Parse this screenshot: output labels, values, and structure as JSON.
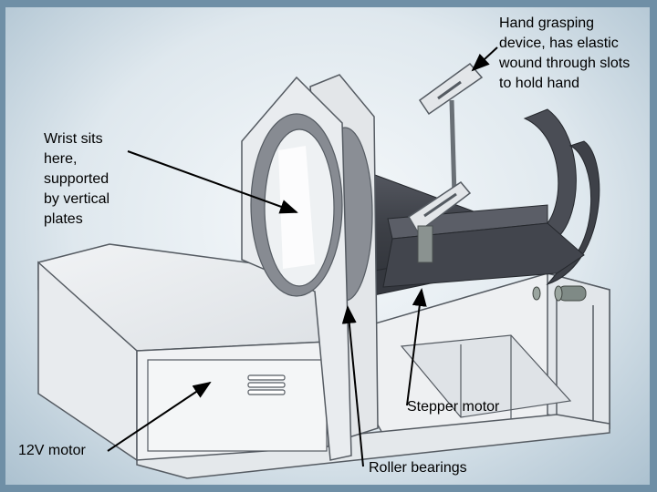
{
  "colors": {
    "frame_grey": "#e6e9ec",
    "frame_edge": "#555b62",
    "cylinder_dark": "#4a4d55",
    "annotation": "#000000"
  },
  "annotations": {
    "hand_grasping": "Hand grasping\ndevice, has elastic\nwound through slots\nto hold hand",
    "wrist_support": "Wrist sits\nhere,\nsupported\nby vertical\nplates",
    "stepper_motor": "Stepper motor",
    "dc_motor": "12V motor",
    "roller_bearings": "Roller bearings"
  }
}
